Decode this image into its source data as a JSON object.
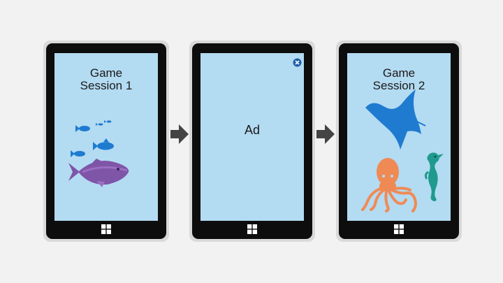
{
  "flow": {
    "session1": {
      "title_line1": "Game",
      "title_line2": "Session 1"
    },
    "ad": {
      "label": "Ad"
    },
    "session2": {
      "title_line1": "Game",
      "title_line2": "Session 2"
    }
  },
  "icons": {
    "close": "close-icon",
    "windows": "windows-logo-icon",
    "arrow": "arrow-right-icon"
  },
  "colors": {
    "screen": "#b3dbf2",
    "fish_blue": "#1f7bd0",
    "fish_purple": "#7f55a8",
    "octopus": "#f08a55",
    "seahorse": "#1f9a8c",
    "arrow": "#444444"
  }
}
